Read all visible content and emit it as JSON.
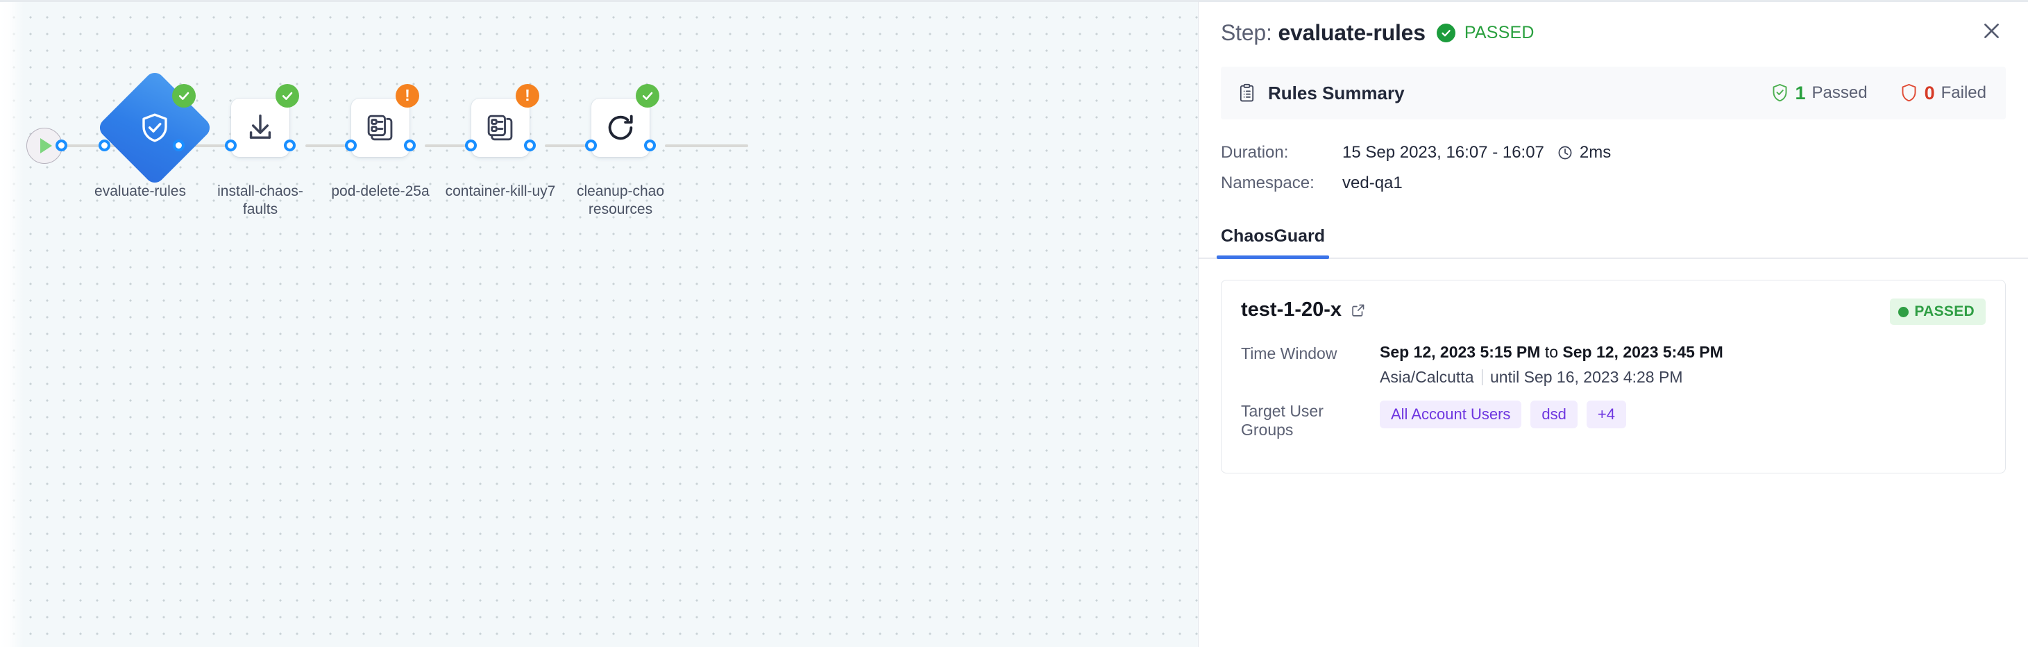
{
  "canvas": {
    "start_node": {
      "icon": "play-icon"
    },
    "nodes": [
      {
        "id": "evaluate-rules",
        "label": "evaluate-rules",
        "shape": "diamond",
        "icon": "shield-check-icon",
        "status": "success",
        "status_icon": "check-circle-icon"
      },
      {
        "id": "install-chaos-faults",
        "label": "install-chaos-\nfaults",
        "shape": "rect",
        "icon": "download-icon",
        "status": "success",
        "status_icon": "check-circle-icon"
      },
      {
        "id": "pod-delete-25a",
        "label": "pod-delete-25a",
        "shape": "rect",
        "icon": "chaos-fault-icon",
        "status": "warning",
        "status_icon": "exclamation-circle-icon"
      },
      {
        "id": "container-kill-uy7",
        "label": "container-kill-uy7",
        "shape": "rect",
        "icon": "chaos-fault-icon",
        "status": "warning",
        "status_icon": "exclamation-circle-icon"
      },
      {
        "id": "cleanup-chaos-resources",
        "label": "cleanup-chao\nresources",
        "shape": "rect",
        "icon": "refresh-icon",
        "status": "success",
        "status_icon": "check-circle-icon"
      }
    ]
  },
  "panel": {
    "header": {
      "title_lead": "Step:",
      "title_name": "evaluate-rules",
      "status_label": "PASSED",
      "status_color": "#2aa03f",
      "close_icon": "close-icon"
    },
    "rules_summary": {
      "icon": "clipboard-list-icon",
      "title": "Rules Summary",
      "passed_count": "1",
      "passed_label": "Passed",
      "failed_count": "0",
      "failed_label": "Failed",
      "passed_color": "#2aa03f",
      "failed_color": "#d63b27"
    },
    "meta": [
      {
        "key": "Duration:",
        "value": "15 Sep 2023, 16:07 - 16:07",
        "extra": "2ms",
        "extra_icon": "clock-icon"
      },
      {
        "key": "Namespace:",
        "value": "ved-qa1",
        "extra": "",
        "extra_icon": ""
      }
    ],
    "tabs": [
      {
        "label": "ChaosGuard",
        "active": true
      }
    ],
    "guard_card": {
      "name": "test-1-20-x",
      "external_link_icon": "external-link-icon",
      "status_label": "PASSED",
      "status_color": "#2f9e44",
      "rows": [
        {
          "key": "Time Window",
          "value_prefix": "Sep 12, 2023 5:15 PM",
          "value_joiner": "to",
          "value_suffix": "Sep 12, 2023 5:45 PM",
          "sub_left": "Asia/Calcutta",
          "sub_right": "until Sep 16, 2023 4:28 PM"
        }
      ],
      "target_user_groups": {
        "key": "Target User Groups",
        "chips": [
          "All Account Users",
          "dsd",
          "+4"
        ]
      }
    }
  }
}
